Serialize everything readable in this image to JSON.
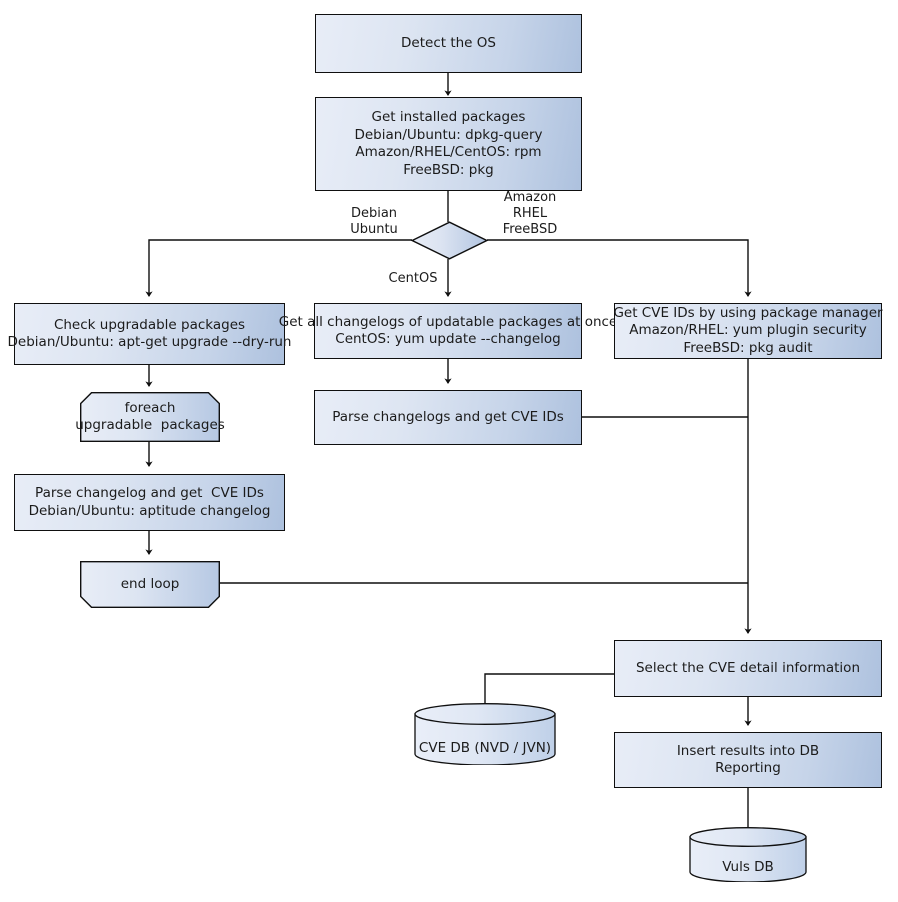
{
  "diagram": {
    "title": "Vuls vulnerability scan flowchart",
    "colors": {
      "fill_light": "#e8edf7",
      "fill_dark": "#adc1de",
      "stroke": "#0f0f0f",
      "text": "#1b1b1b",
      "background": "#ffffff"
    },
    "nodes": {
      "detect_os": {
        "shape": "process",
        "text": "Detect the OS"
      },
      "get_installed_packages": {
        "shape": "process",
        "text": "Get installed packages\nDebian/Ubuntu: dpkg-query\nAmazon/RHEL/CentOS: rpm\nFreeBSD: pkg"
      },
      "os_decision": {
        "shape": "diamond",
        "text": ""
      },
      "check_upgradable": {
        "shape": "process",
        "text": "Check upgradable packages\nDebian/Ubuntu: apt-get upgrade --dry-run"
      },
      "get_all_changelogs": {
        "shape": "process",
        "text": "Get all changelogs of updatable packages at once\nCentOS: yum update --changelog"
      },
      "get_cve_ids_pkg_manager": {
        "shape": "process",
        "text": "Get CVE IDs by using package manager\nAmazon/RHEL: yum plugin security\nFreeBSD: pkg audit"
      },
      "foreach_loop_start": {
        "shape": "loop-start",
        "text": "foreach\nupgradable  packages"
      },
      "parse_changelog_single": {
        "shape": "process",
        "text": "Parse changelog and get  CVE IDs\nDebian/Ubuntu: aptitude changelog"
      },
      "end_loop": {
        "shape": "loop-end",
        "text": "end loop"
      },
      "parse_changelogs_bulk": {
        "shape": "process",
        "text": "Parse changelogs and get CVE IDs"
      },
      "select_cve_detail": {
        "shape": "process",
        "text": "Select the CVE detail information"
      },
      "insert_results": {
        "shape": "process",
        "text": "Insert results into DB\nReporting"
      },
      "cve_db": {
        "shape": "cylinder",
        "text": "CVE DB (NVD / JVN)"
      },
      "vuls_db": {
        "shape": "cylinder",
        "text": "Vuls DB"
      }
    },
    "edge_labels": {
      "debian_ubuntu": "Debian\nUbuntu",
      "amazon_rhel_freebsd": "Amazon\nRHEL\nFreeBSD",
      "centos": "CentOS"
    }
  }
}
